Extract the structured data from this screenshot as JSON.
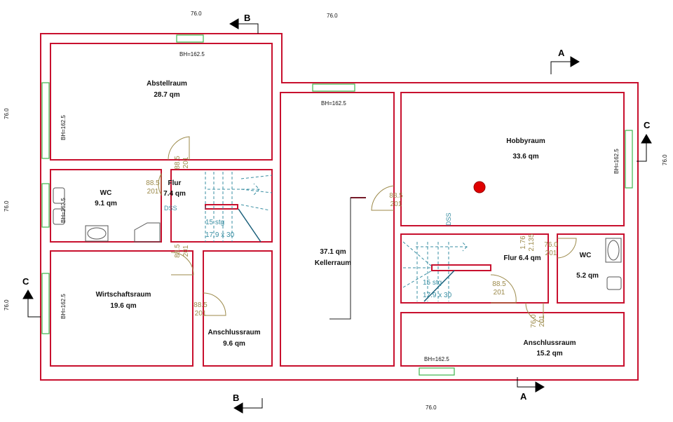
{
  "rooms": {
    "abstellraum": {
      "name": "Abstellraum",
      "area": "28.7 qm"
    },
    "wc_left": {
      "name": "WC",
      "area": "9.1 qm"
    },
    "flur_left": {
      "name": "Flur",
      "area": "7.4 qm"
    },
    "wirtschaftsraum": {
      "name": "Wirtschaftsraum",
      "area": "19.6 qm"
    },
    "anschlussraum_left": {
      "name": "Anschlussraum",
      "area": "9.6 qm"
    },
    "kellerraum": {
      "area": "37.1 qm",
      "name": "Kellerraum"
    },
    "hobbyraum": {
      "name": "Hobbyraum",
      "area": "33.6 qm"
    },
    "flur_right": {
      "label": "Flur 6.4 qm"
    },
    "wc_right": {
      "name": "WC",
      "area": "5.2 qm"
    },
    "anschlussraum_right": {
      "name": "Anschlussraum",
      "area": "15.2 qm"
    }
  },
  "windows": {
    "bh": "BH=162.5",
    "bh_small": "BH=162.5"
  },
  "doors": {
    "d885": {
      "w": "88.5",
      "h": "201"
    },
    "d760": {
      "w": "76.0",
      "h": "201"
    },
    "opening": {
      "w": "1.76",
      "h": "2.135"
    }
  },
  "stairs": {
    "steps": "15 stg",
    "size": "17.9 x 30",
    "marker": "DSS"
  },
  "dimensions": {
    "v": "76.0"
  },
  "sections": {
    "a": "A",
    "b": "B",
    "c": "C"
  },
  "colors": {
    "wall": "#c8102e",
    "window": "#3cb44b",
    "door": "#9c8a4a",
    "stair": "#3a8fa3",
    "marker": "#e00000"
  }
}
